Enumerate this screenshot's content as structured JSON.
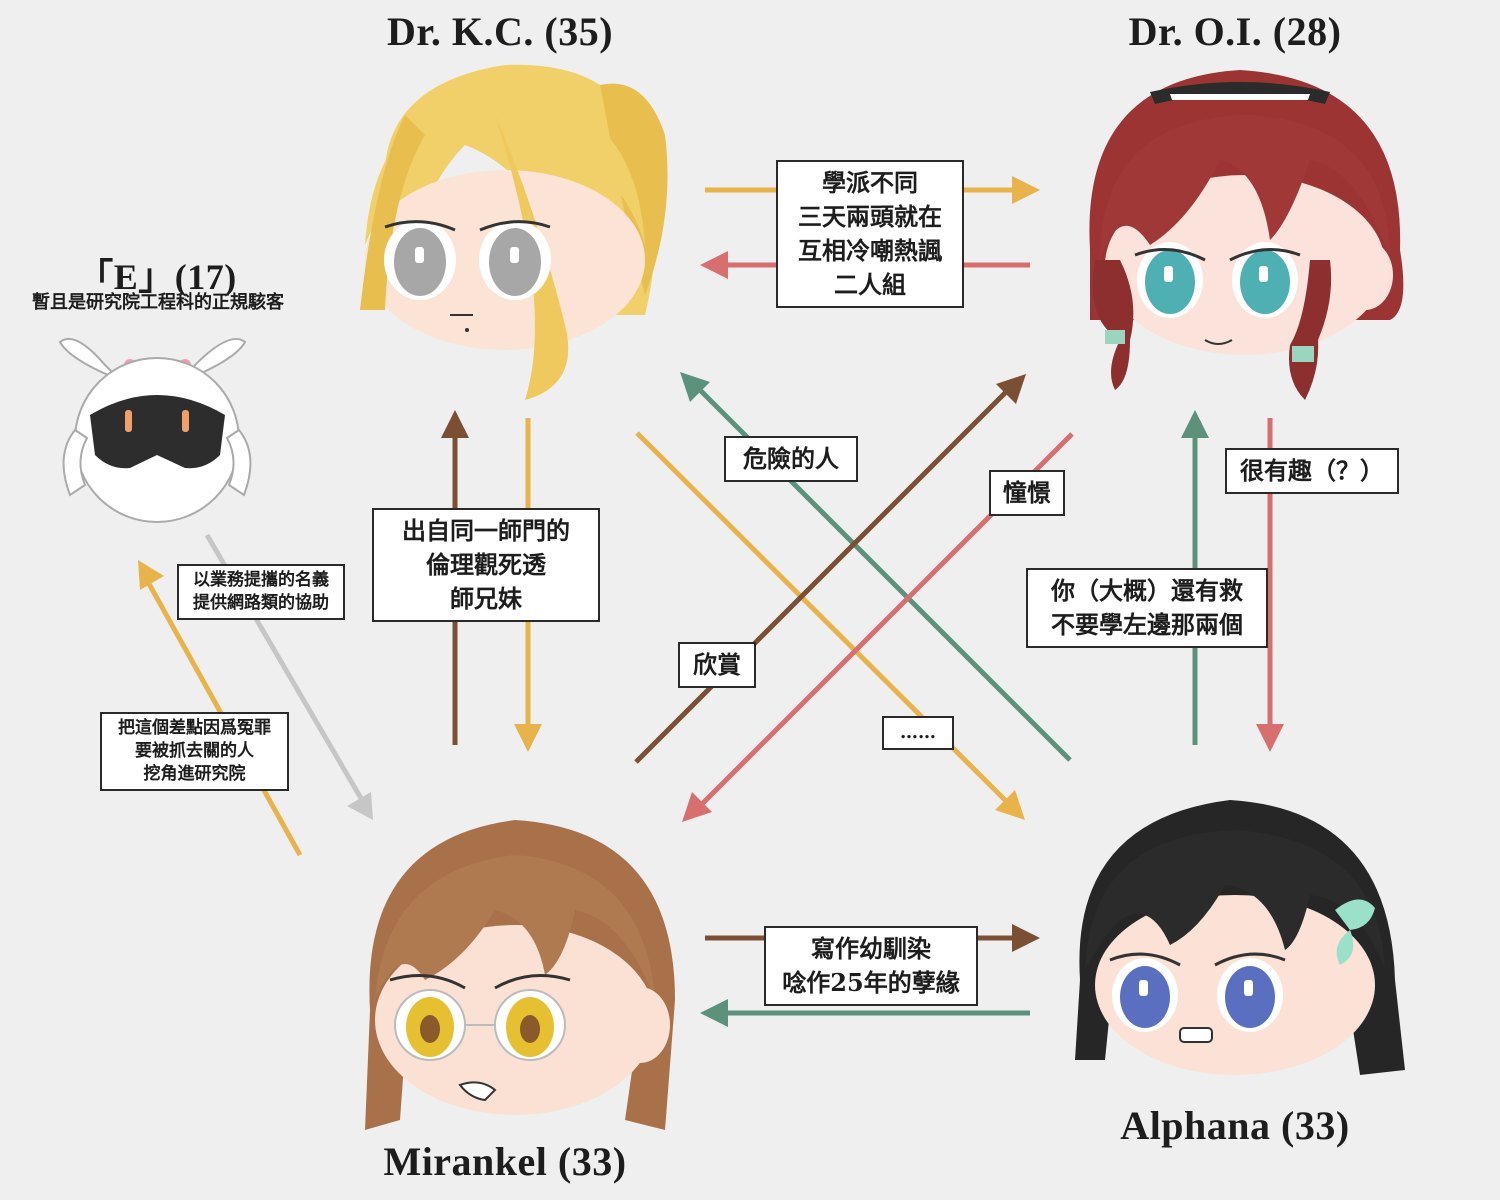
{
  "characters": {
    "kc": {
      "name": "Dr. K.C. (35)"
    },
    "oi": {
      "name": "Dr. O.I. (28)"
    },
    "e": {
      "name": "「E」(17)",
      "subtitle": "暫且是研究院工程科的正規駭客"
    },
    "mirankel": {
      "name": "Mirankel (33)"
    },
    "alphana": {
      "name": "Alphana (33)"
    }
  },
  "relations": {
    "kc_oi": [
      "學派不同",
      "三天兩頭就在",
      "互相冷嘲熱諷",
      "二人組"
    ],
    "kc_mirankel": [
      "出自同一師門的",
      "倫理觀死透",
      "師兄妹"
    ],
    "mirankel_alphana": [
      "寫作幼馴染",
      "唸作25年的孽緣"
    ],
    "oi_alphana_up": [
      "你（大概）還有救",
      "不要學左邊那兩個"
    ],
    "oi_alphana_down": "很有趣（？）",
    "alphana_kc": "危險的人",
    "kc_alphana": "……",
    "mirankel_oi": "欣賞",
    "oi_mirankel": "憧憬",
    "e_mirankel": [
      "以業務提攜的名義",
      "提供網路類的協助"
    ],
    "mirankel_e": [
      "把這個差點因爲冤罪",
      "要被抓去關的人",
      "挖角進研究院"
    ]
  },
  "colors": {
    "gold": "#e9b34c",
    "pink": "#d86f6f",
    "brown": "#7a4f33",
    "green": "#5c917b",
    "gray": "#c6c6c6"
  }
}
